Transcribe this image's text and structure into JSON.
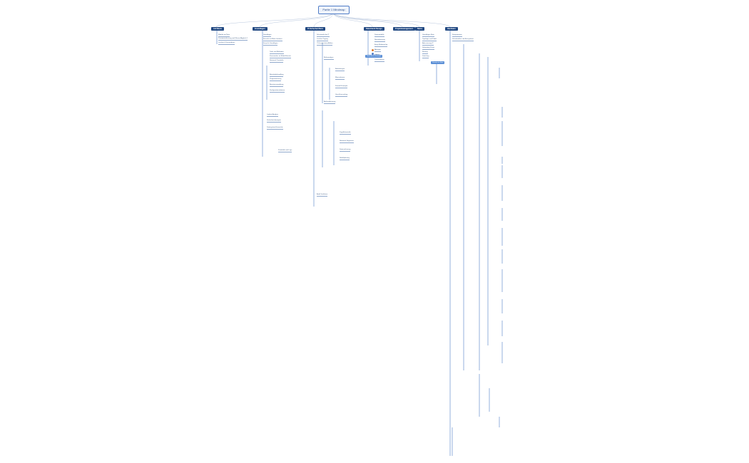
{
  "root": {
    "title": "Partie 1 Mindmap"
  },
  "branches": [
    {
      "id": "b1",
      "label": "Auf Basis",
      "items": [
        "Module am Nutz",
        "Zusammenfassung und Wissen Abgleich 1",
        "Leichter & Umsetzbares"
      ]
    },
    {
      "id": "b2",
      "label": "Grundlagen",
      "items": [
        "Grundlagen",
        "Konsole mit Webs Interface",
        "Script kit Grundlagen",
        "Tools und Methoden",
        "Kommandos im Modul-Einsatz",
        "Netzwerk Protokolle",
        "Betriebsbehandlung",
        "Programmierung",
        "Benutzerverwaltung",
        "Konfigurationsdateien",
        "Laufzeit Analyse",
        "Sicherheitskonzepte",
        "Dateisystem Hierarchie",
        "Protokolle und Logs"
      ]
    },
    {
      "id": "b3",
      "label": "IT-Sicherheit Netz",
      "items": [
        "Schutzziele der IT",
        "Leichter Zugang",
        "IT-Grundschutz Aufbau",
        "Risikoanalyse",
        "Bedrohungen",
        "Massnahmen",
        "Firewall Konzepte",
        "Verschluesselung",
        "Authentifizierung",
        "Zugriffskontrolle",
        "Netzwerk Segmente",
        "Datensicherung",
        "Notfallplanung",
        "Audit Verfahren"
      ]
    },
    {
      "id": "b4",
      "label": "Datenbank Design",
      "items": [
        "Datenmodelle",
        "Normalisierung",
        "Entity Relationship",
        "Abfragen",
        "Indizes",
        "Transaktionen",
        "Datenbank Konzepte"
      ]
    },
    {
      "id": "b5",
      "label": "Projektmanagement",
      "items": []
    },
    {
      "id": "b6",
      "label": "Netze",
      "items": [
        "Grundlagen Netz",
        "Topologie und Kabel",
        "Adressierung IP",
        "Subnetting Praxis",
        "Routing",
        "Switching",
        "Dienste im Netz"
      ]
    },
    {
      "id": "b7",
      "label": "Hardware",
      "items": [
        "Komponenten",
        "Schnittstellen und Bussysteme"
      ]
    }
  ]
}
